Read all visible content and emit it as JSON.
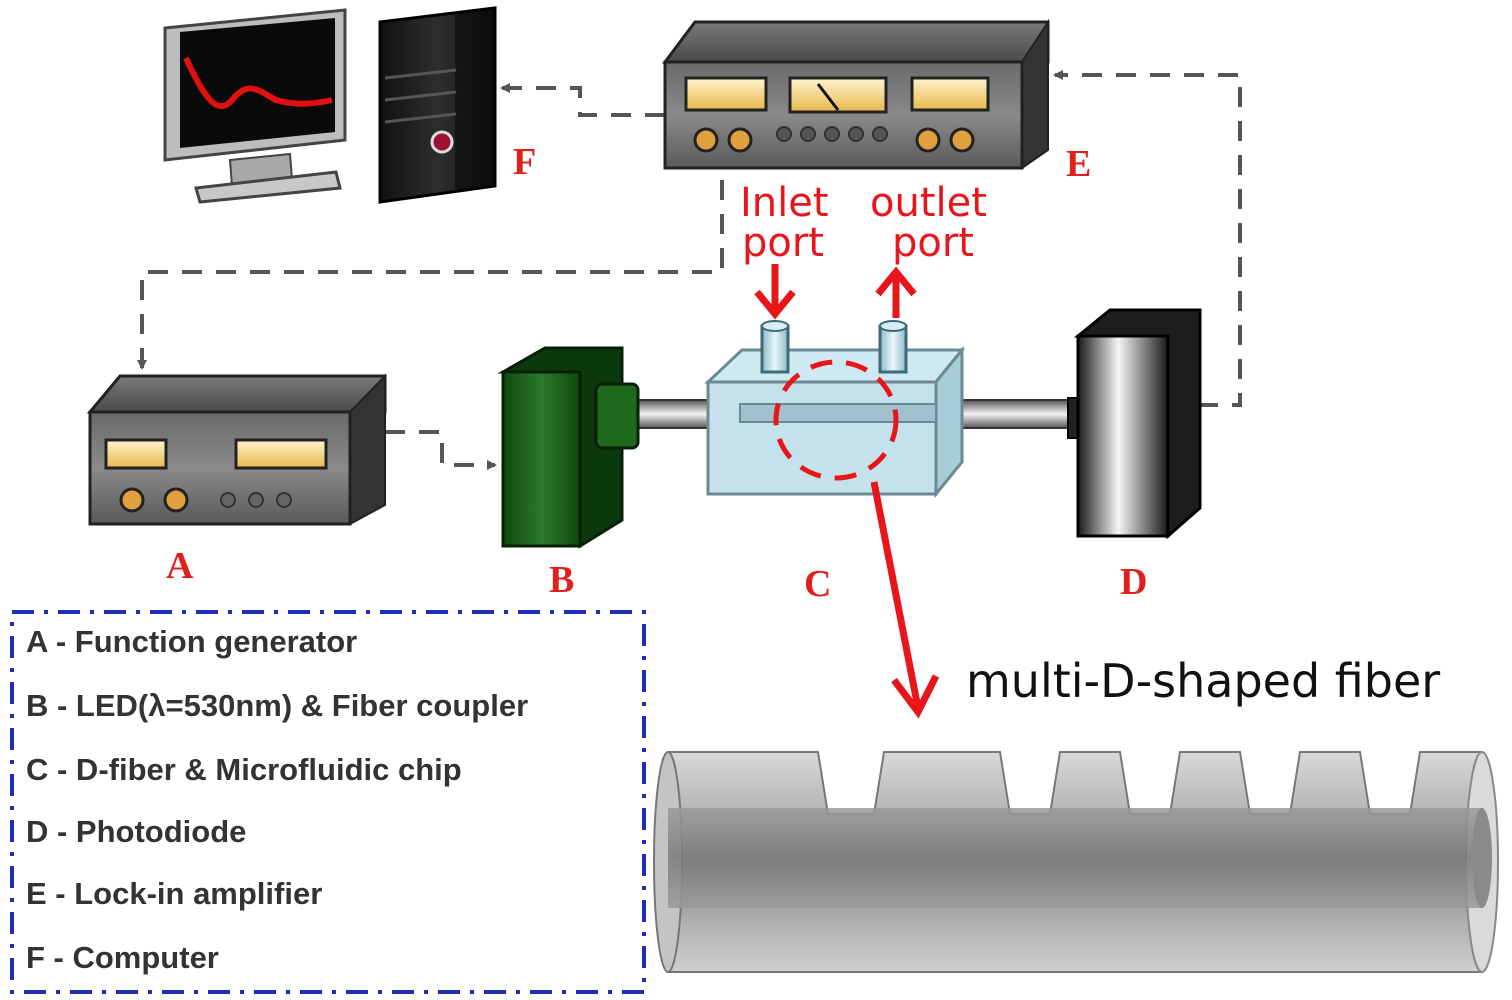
{
  "devices": {
    "A": {
      "letter": "A"
    },
    "B": {
      "letter": "B"
    },
    "C": {
      "letter": "C"
    },
    "D": {
      "letter": "D"
    },
    "E": {
      "letter": "E"
    },
    "F": {
      "letter": "F"
    }
  },
  "ports": {
    "inlet_line1": "Inlet",
    "inlet_line2": "port",
    "outlet_line1": "outlet",
    "outlet_line2": "port"
  },
  "fiber_label": "multi-D-shaped fiber",
  "legend": {
    "items": [
      "A - Function generator",
      "B - LED(λ=530nm) & Fiber coupler",
      "C - D-fiber & Microfluidic chip",
      "D - Photodiode",
      "E - Lock-in amplifier",
      "F - Computer"
    ]
  },
  "colors": {
    "accent_red": "#e8161b",
    "legend_border": "#1f2fb8",
    "led_green": "#1d6a1d",
    "instrument_gray": "#5a5a5a"
  }
}
